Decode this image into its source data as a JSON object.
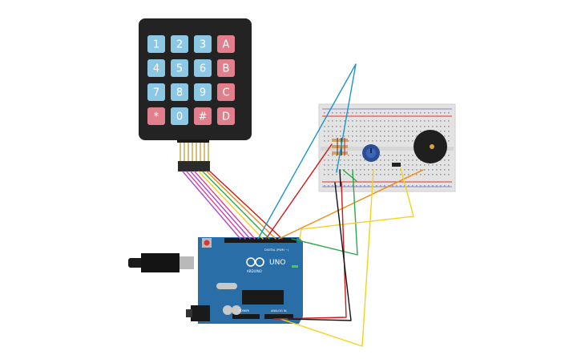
{
  "keypad": {
    "keys": [
      [
        "1",
        "2",
        "3",
        "A"
      ],
      [
        "4",
        "5",
        "6",
        "B"
      ],
      [
        "7",
        "8",
        "9",
        "C"
      ],
      [
        "*",
        "0",
        "#",
        "D"
      ]
    ],
    "colors": {
      "digit": "#8cc7e3",
      "letter": "#e27f8c",
      "body": "#232323"
    }
  },
  "arduino": {
    "model_label": "UNO",
    "brand_label": "ARDUINO",
    "digital_label": "DIGITAL (PWM ~)",
    "power_label": "POWER",
    "analog_label": "ANALOG IN",
    "board_color": "#2a6ea7"
  },
  "wire_colors": {
    "red": "#d01818",
    "orange": "#f08a12",
    "yellow": "#f5d21b",
    "green": "#2aa84a",
    "blue": "#1d95c6",
    "purple": "#a44bd6",
    "black": "#111111",
    "pink": "#e83e97"
  }
}
